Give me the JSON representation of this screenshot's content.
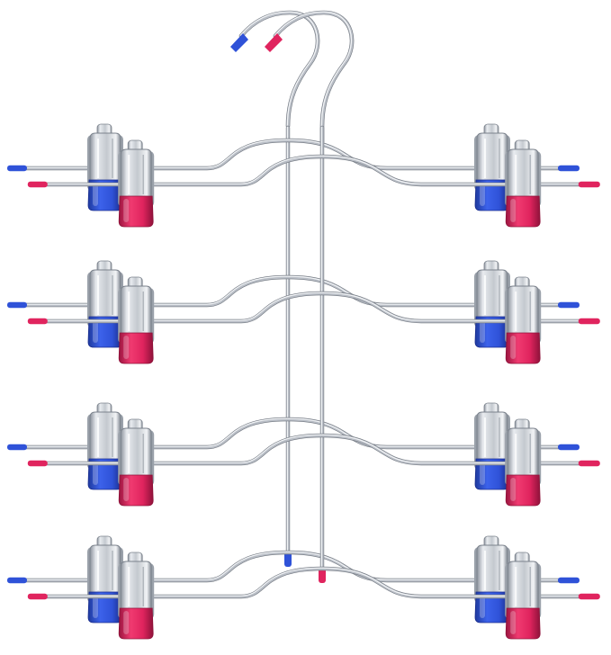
{
  "image": {
    "subject": "two-tier-hanger-set",
    "tiers": 4,
    "hangers": 2,
    "clips_per_tier_per_hanger": 2
  },
  "colors": {
    "background": "#ffffff",
    "wire": "#b9bec6",
    "wire_dark": "#6f757e",
    "wire_light": "#f4f6f8",
    "clip_metal": "#c9ced4",
    "clip_metal_dark": "#7b828c",
    "clip_metal_light": "#eef1f4",
    "cap_blue": "#2f52d8",
    "cap_blue_dark": "#1c2f8f",
    "cap_pink": "#e0245e",
    "cap_pink_dark": "#8f123a"
  }
}
